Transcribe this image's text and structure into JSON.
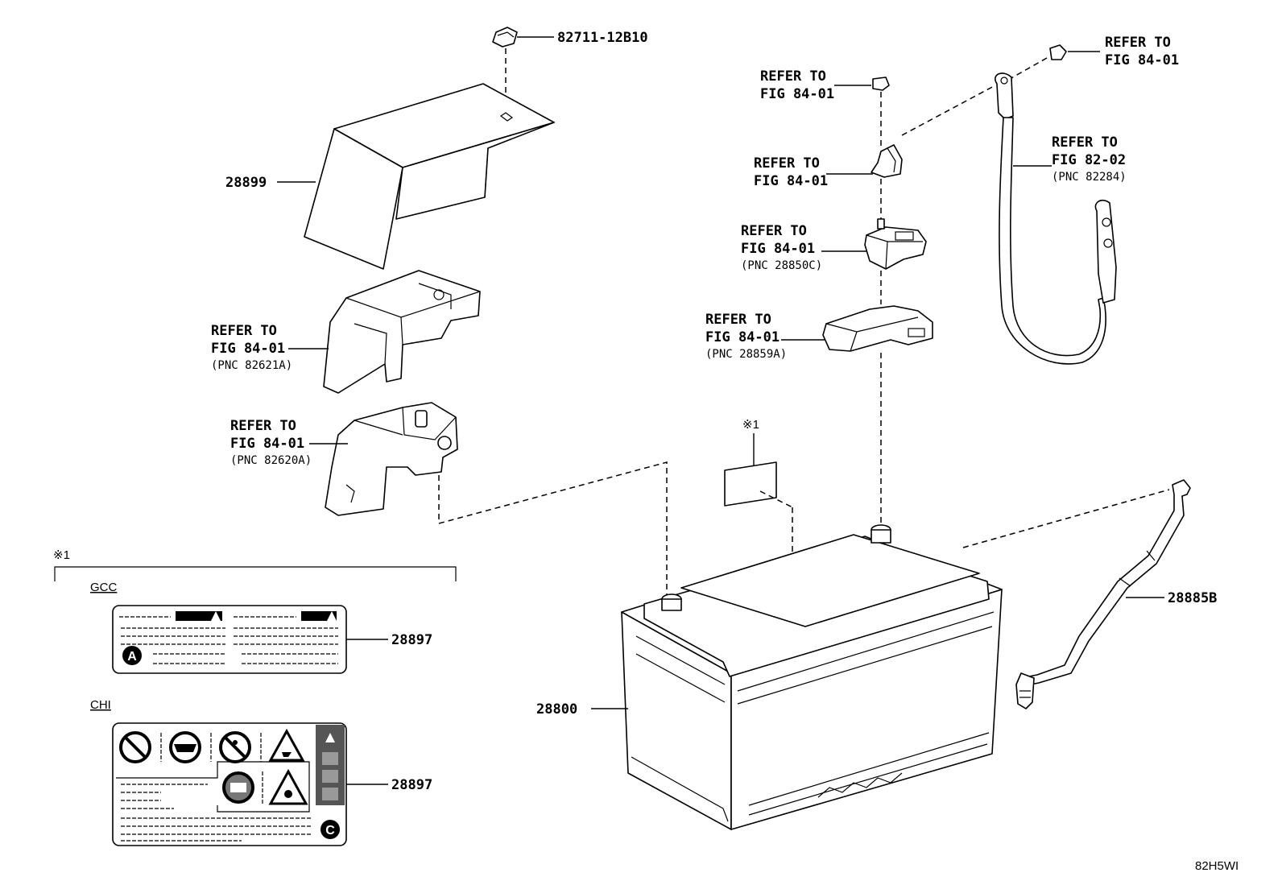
{
  "callouts": {
    "clip": "82711-12B10",
    "cover": "28899",
    "battery": "28800",
    "vent_hose": "28885B",
    "label_gcc": "28897",
    "label_chi": "28897"
  },
  "refs": {
    "upper_bracket": {
      "line1": "REFER TO",
      "line2": "FIG 84-01",
      "line3": "(PNC 82621A)"
    },
    "lower_bracket": {
      "line1": "REFER TO",
      "line2": "FIG 84-01",
      "line3": "(PNC 82620A)"
    },
    "nut_top": {
      "line1": "REFER TO",
      "line2": "FIG 84-01"
    },
    "clamp": {
      "line1": "REFER TO",
      "line2": "FIG 84-01"
    },
    "sensor": {
      "line1": "REFER TO",
      "line2": "FIG 84-01",
      "line3": "(PNC 28850C)"
    },
    "holder": {
      "line1": "REFER TO",
      "line2": "FIG 84-01",
      "line3": "(PNC 28859A)"
    },
    "cable_nut": {
      "line1": "REFER TO",
      "line2": "FIG 84-01"
    },
    "cable": {
      "line1": "REFER TO",
      "line2": "FIG 82-02",
      "line3": "(PNC 82284)"
    }
  },
  "note_marks": {
    "label_mark": "※1",
    "section_mark": "※1"
  },
  "regions": {
    "gcc": "GCC",
    "chi": "CHI"
  },
  "badges": {
    "gcc_badge": "A",
    "chi_badge": "C"
  },
  "illustration_code": "82H5WI"
}
